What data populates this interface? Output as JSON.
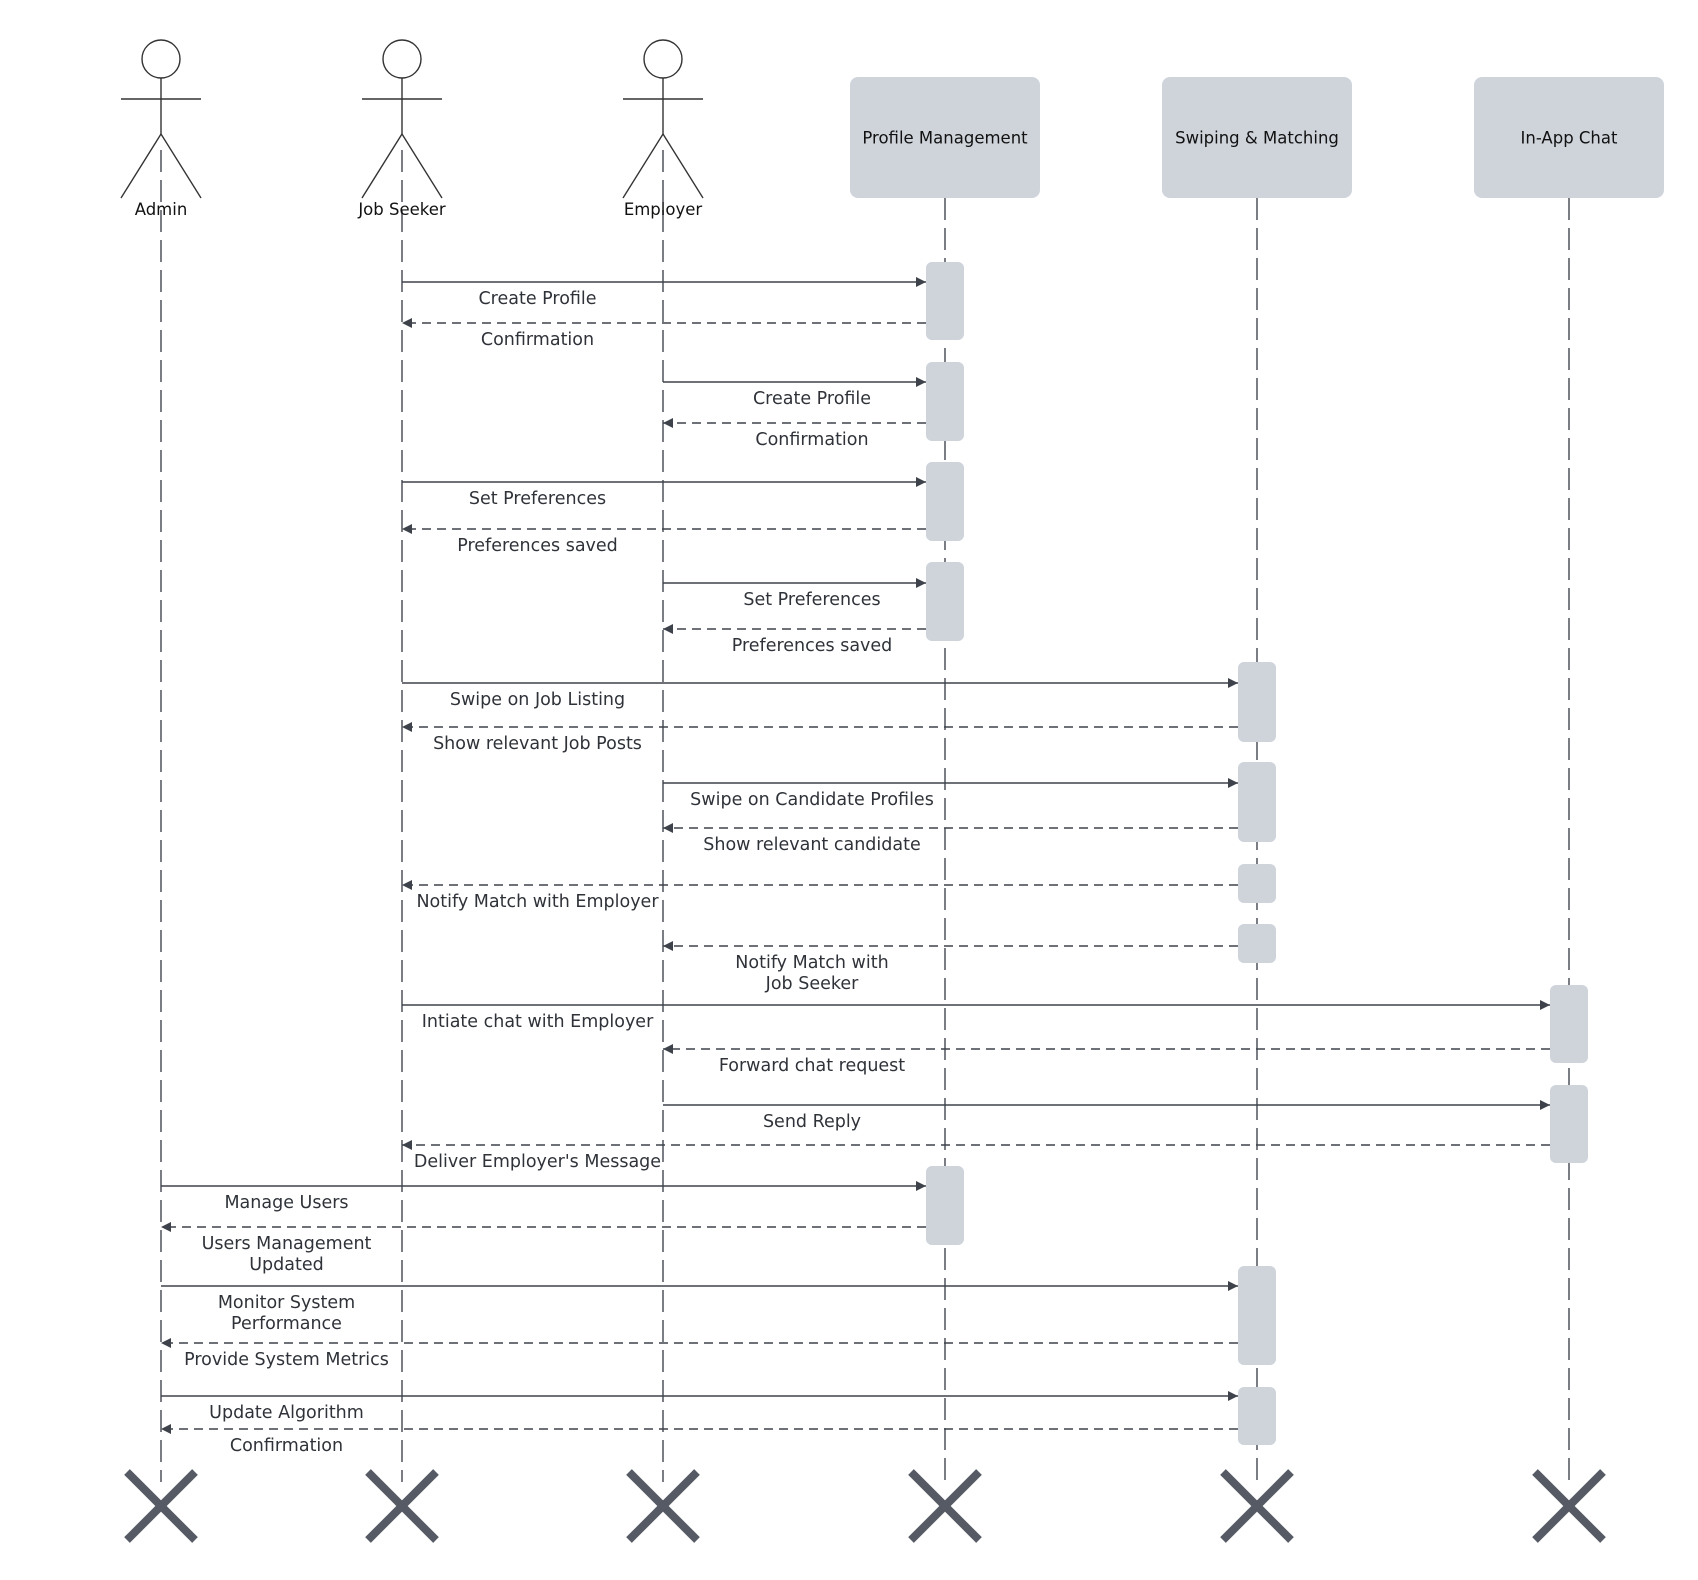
{
  "participants": [
    {
      "id": "admin",
      "label": "Admin",
      "kind": "actor"
    },
    {
      "id": "seeker",
      "label": "Job Seeker",
      "kind": "actor"
    },
    {
      "id": "employer",
      "label": "Employer",
      "kind": "actor"
    },
    {
      "id": "profile",
      "label": "Profile Management",
      "kind": "box"
    },
    {
      "id": "swipe",
      "label": "Swiping & Matching",
      "kind": "box"
    },
    {
      "id": "chat",
      "label": "In-App Chat",
      "kind": "box"
    }
  ],
  "messages": [
    {
      "from": "seeker",
      "to": "profile",
      "type": "call",
      "lines": [
        "Create Profile"
      ]
    },
    {
      "from": "profile",
      "to": "seeker",
      "type": "reply",
      "lines": [
        "Confirmation"
      ]
    },
    {
      "from": "employer",
      "to": "profile",
      "type": "call",
      "lines": [
        "Create Profile"
      ]
    },
    {
      "from": "profile",
      "to": "employer",
      "type": "reply",
      "lines": [
        "Confirmation"
      ]
    },
    {
      "from": "seeker",
      "to": "profile",
      "type": "call",
      "lines": [
        "Set Preferences"
      ]
    },
    {
      "from": "profile",
      "to": "seeker",
      "type": "reply",
      "lines": [
        "Preferences saved"
      ]
    },
    {
      "from": "employer",
      "to": "profile",
      "type": "call",
      "lines": [
        "Set Preferences"
      ]
    },
    {
      "from": "profile",
      "to": "employer",
      "type": "reply",
      "lines": [
        "Preferences saved"
      ]
    },
    {
      "from": "seeker",
      "to": "swipe",
      "type": "call",
      "lines": [
        "Swipe on Job Listing"
      ]
    },
    {
      "from": "swipe",
      "to": "seeker",
      "type": "reply",
      "lines": [
        "Show relevant Job Posts"
      ]
    },
    {
      "from": "employer",
      "to": "swipe",
      "type": "call",
      "lines": [
        "Swipe on Candidate Profiles"
      ]
    },
    {
      "from": "swipe",
      "to": "employer",
      "type": "reply",
      "lines": [
        "Show relevant candidate"
      ]
    },
    {
      "from": "swipe",
      "to": "seeker",
      "type": "reply",
      "lines": [
        "Notify Match with Employer"
      ]
    },
    {
      "from": "swipe",
      "to": "employer",
      "type": "reply",
      "lines": [
        "Notify Match with",
        "Job Seeker"
      ]
    },
    {
      "from": "seeker",
      "to": "chat",
      "type": "call",
      "lines": [
        "Intiate chat with Employer"
      ]
    },
    {
      "from": "chat",
      "to": "employer",
      "type": "reply",
      "lines": [
        "Forward chat request"
      ]
    },
    {
      "from": "employer",
      "to": "chat",
      "type": "call",
      "lines": [
        "Send Reply"
      ]
    },
    {
      "from": "chat",
      "to": "seeker",
      "type": "reply",
      "lines": [
        "Deliver Employer's Message"
      ]
    },
    {
      "from": "admin",
      "to": "profile",
      "type": "call",
      "lines": [
        "Manage Users"
      ]
    },
    {
      "from": "profile",
      "to": "admin",
      "type": "reply",
      "lines": [
        "Users Management",
        "Updated"
      ]
    },
    {
      "from": "admin",
      "to": "swipe",
      "type": "call",
      "lines": [
        "Monitor System",
        "Performance"
      ]
    },
    {
      "from": "swipe",
      "to": "admin",
      "type": "reply",
      "lines": [
        "Provide System Metrics"
      ]
    },
    {
      "from": "admin",
      "to": "swipe",
      "type": "call",
      "lines": [
        "Update Algorithm"
      ]
    },
    {
      "from": "swipe",
      "to": "admin",
      "type": "reply",
      "lines": [
        "Confirmation"
      ]
    }
  ],
  "colors": {
    "participant_box": "#cfd4db",
    "activation": "#cfd4db",
    "line": "#3e434b",
    "destroy_mark": "#555a64"
  }
}
